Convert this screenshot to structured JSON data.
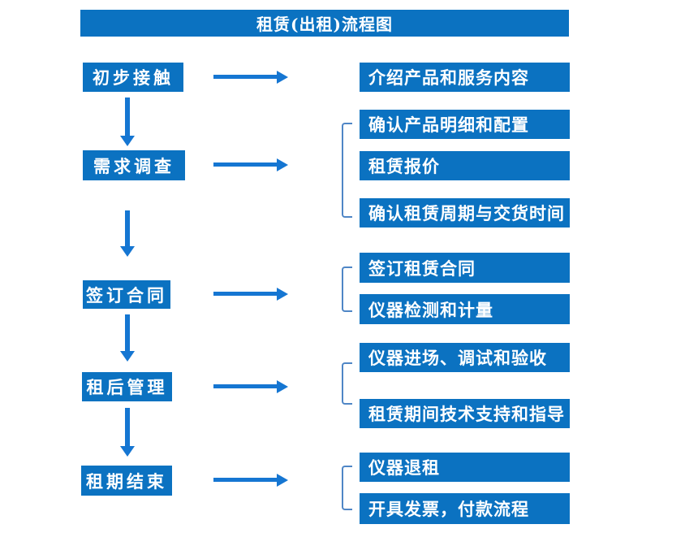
{
  "title": "租赁(出租)流程图",
  "colors": {
    "box_blue": "#0b72c1",
    "arrow_blue": "#1576d2",
    "bracket_blue": "#4f86c6",
    "text_white": "#ffffff",
    "background": "#ffffff"
  },
  "left_steps": [
    {
      "label": "初步接触"
    },
    {
      "label": "需求调查"
    },
    {
      "label": "签订合同"
    },
    {
      "label": "租后管理"
    },
    {
      "label": "租期结束"
    }
  ],
  "right_groups": [
    {
      "items": [
        {
          "label": "介绍产品和服务内容"
        }
      ]
    },
    {
      "items": [
        {
          "label": "确认产品明细和配置"
        },
        {
          "label": "租赁报价"
        },
        {
          "label": "确认租赁周期与交货时间"
        }
      ]
    },
    {
      "items": [
        {
          "label": "签订租赁合同"
        },
        {
          "label": "仪器检测和计量"
        }
      ]
    },
    {
      "items": [
        {
          "label": "仪器进场、调试和验收"
        },
        {
          "label": "租赁期间技术支持和指导"
        }
      ]
    },
    {
      "items": [
        {
          "label": "仪器退租"
        },
        {
          "label": "开具发票，付款流程"
        }
      ]
    }
  ]
}
